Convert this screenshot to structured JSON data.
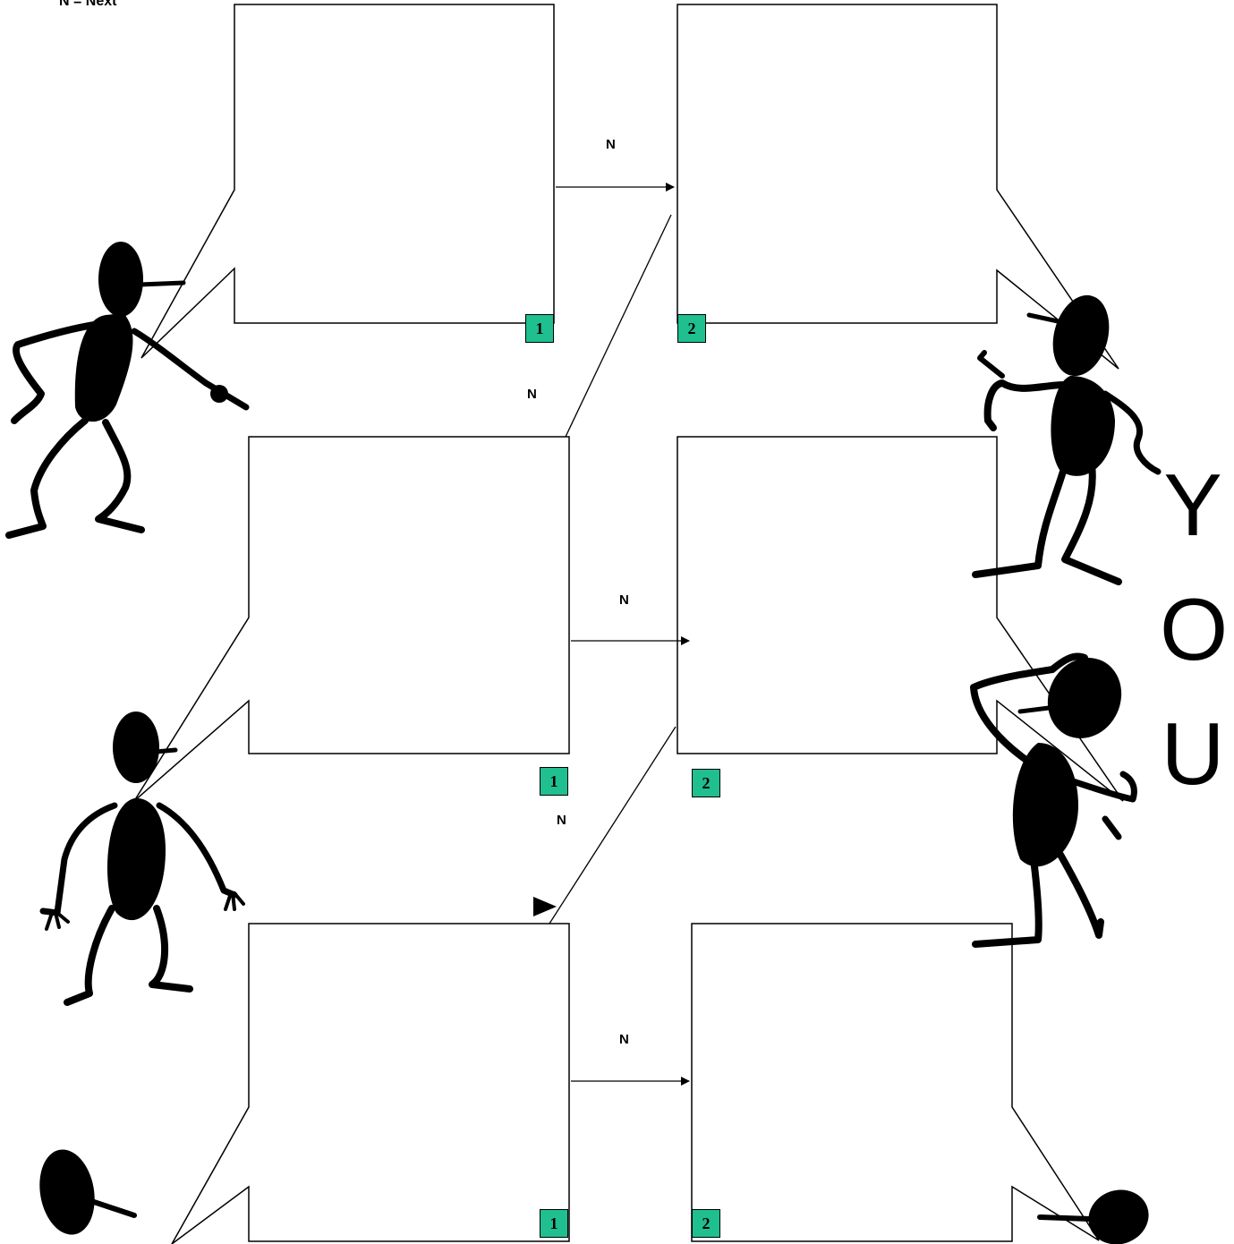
{
  "legend": "N = Next",
  "next_label": "N",
  "badges": [
    "1",
    "2",
    "1",
    "2",
    "1",
    "2"
  ],
  "you_letters": [
    "Y",
    "O",
    "U"
  ],
  "badge_color": "#1fbf8f",
  "ink_color": "#000000"
}
